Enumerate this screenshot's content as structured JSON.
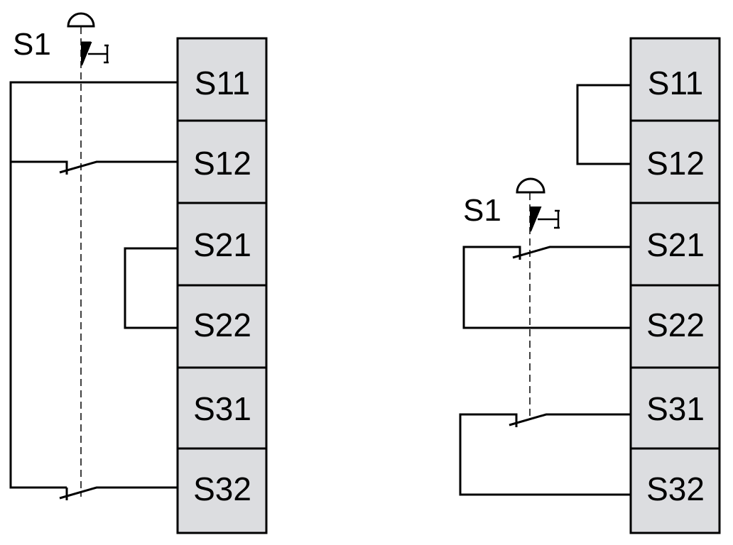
{
  "diagram": {
    "type": "safety-relay wiring",
    "panels": [
      {
        "id": "left",
        "switch_label": "S1",
        "terminals": [
          "S11",
          "S12",
          "S21",
          "S22",
          "S31",
          "S32"
        ],
        "description": "Two-channel emergency stop, NC contacts on S11-S12 and S11-S32, bridge S21-S22"
      },
      {
        "id": "right",
        "switch_label": "S1",
        "terminals": [
          "S11",
          "S12",
          "S21",
          "S22",
          "S31",
          "S32"
        ],
        "description": "Bridge S11-S12, NC contacts on S21-S22 and S31-S32"
      }
    ]
  }
}
